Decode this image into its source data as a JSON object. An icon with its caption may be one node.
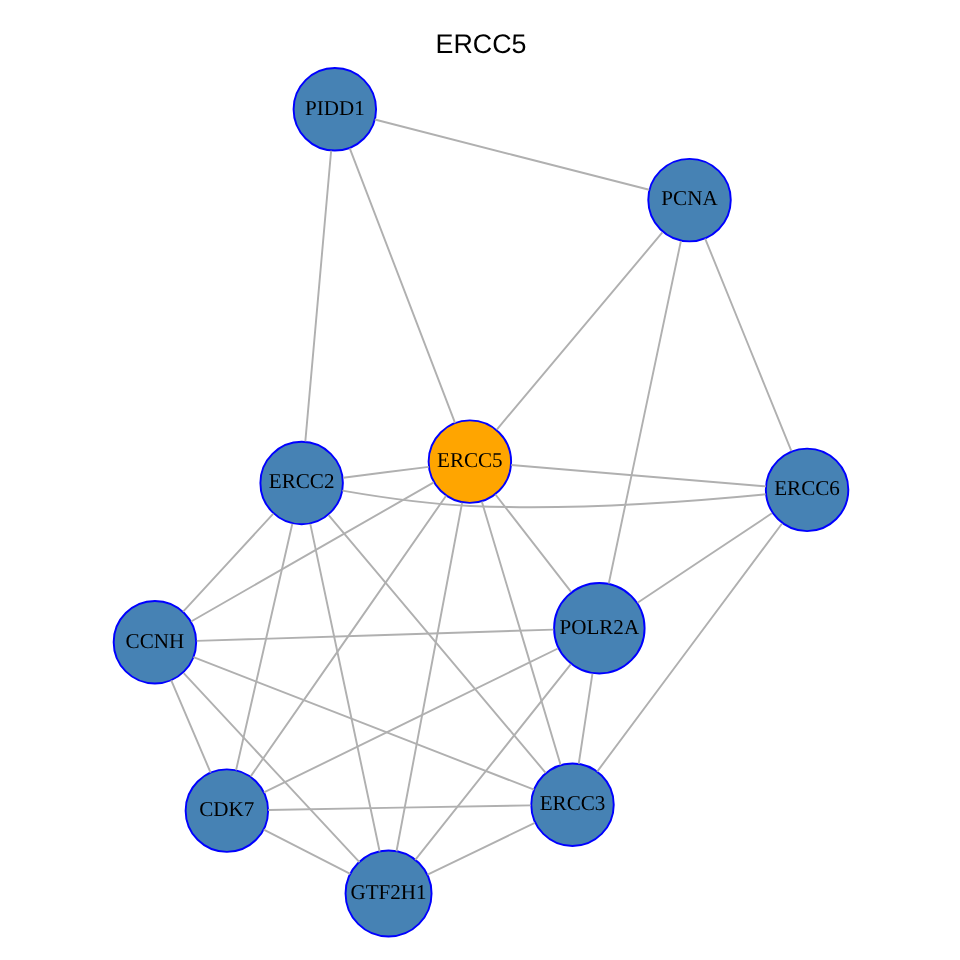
{
  "diagram": {
    "title": "ERCC5",
    "nodes": [
      {
        "text": [
          "PIDD1"
        ]
      },
      {
        "text": [
          "ERCC2"
        ]
      },
      {
        "text": [
          "GTF2H1"
        ]
      },
      {
        "text": [
          "ERCC5"
        ]
      },
      {
        "text": [
          "PCNA"
        ]
      },
      {
        "text": [
          "CCNH"
        ]
      },
      {
        "text": [
          "ERCC3"
        ]
      },
      {
        "text": [
          "ERCC6"
        ]
      },
      {
        "text": [
          "CDK7"
        ]
      },
      {
        "text": [
          "POLR2A"
        ]
      }
    ],
    "edges": [
      {
        "from": 0,
        "to": 1,
        "arrow": "none"
      },
      {
        "from": 0,
        "to": 3,
        "arrow": "none"
      },
      {
        "from": 0,
        "to": 4,
        "arrow": "none"
      },
      {
        "from": 1,
        "to": 2,
        "arrow": "none"
      },
      {
        "from": 1,
        "to": 3,
        "arrow": "none"
      },
      {
        "from": 1,
        "to": 5,
        "arrow": "none"
      },
      {
        "from": 1,
        "to": 6,
        "arrow": "none"
      },
      {
        "from": 1,
        "to": 7,
        "arrow": "none"
      },
      {
        "from": 1,
        "to": 8,
        "arrow": "none"
      },
      {
        "from": 2,
        "to": 3,
        "arrow": "none"
      },
      {
        "from": 2,
        "to": 5,
        "arrow": "none"
      },
      {
        "from": 2,
        "to": 6,
        "arrow": "none"
      },
      {
        "from": 2,
        "to": 8,
        "arrow": "none"
      },
      {
        "from": 2,
        "to": 9,
        "arrow": "none"
      },
      {
        "from": 3,
        "to": 4,
        "arrow": "none"
      },
      {
        "from": 3,
        "to": 5,
        "arrow": "none"
      },
      {
        "from": 3,
        "to": 6,
        "arrow": "none"
      },
      {
        "from": 3,
        "to": 7,
        "arrow": "none"
      },
      {
        "from": 3,
        "to": 8,
        "arrow": "none"
      },
      {
        "from": 3,
        "to": 9,
        "arrow": "none"
      },
      {
        "from": 4,
        "to": 7,
        "arrow": "none"
      },
      {
        "from": 4,
        "to": 9,
        "arrow": "none"
      },
      {
        "from": 5,
        "to": 6,
        "arrow": "none"
      },
      {
        "from": 5,
        "to": 8,
        "arrow": "none"
      },
      {
        "from": 5,
        "to": 9,
        "arrow": "none"
      },
      {
        "from": 6,
        "to": 7,
        "arrow": "none"
      },
      {
        "from": 6,
        "to": 8,
        "arrow": "none"
      },
      {
        "from": 6,
        "to": 9,
        "arrow": "none"
      },
      {
        "from": 7,
        "to": 9,
        "arrow": "none"
      },
      {
        "from": 8,
        "to": 9,
        "arrow": "none"
      }
    ]
  }
}
